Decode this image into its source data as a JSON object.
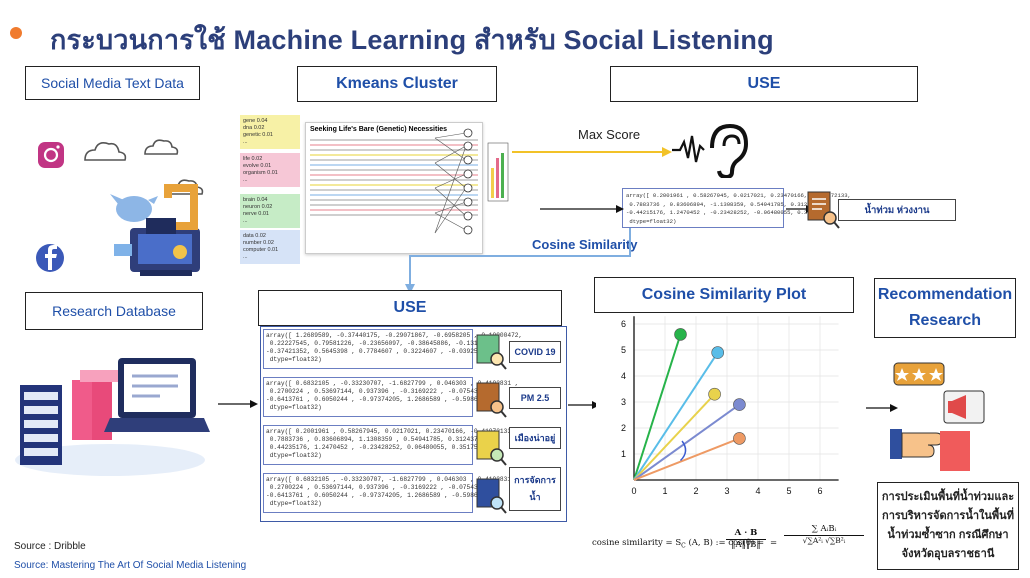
{
  "title": "กระบวนการใช้ Machine Learning สำหรับ Social Listening",
  "boxes": {
    "social_media": "Social Media Text Data",
    "kmeans": "Kmeans Cluster",
    "use_top": "USE",
    "research_db": "Research Database",
    "use_mid": "USE",
    "cosine_plot": "Cosine Similarity Plot",
    "recommendation": "Recommendation",
    "research": "Research"
  },
  "labels": {
    "max_score": "Max Score",
    "cosine_similarity": "Cosine Similarity",
    "output_tag": "น้ำท่วม ห่วงงาน"
  },
  "notes": [
    [
      "gene 0.04",
      "dna 0.02",
      "genetic 0.01",
      "..."
    ],
    [
      "life 0.02",
      "evolve 0.01",
      "organism 0.01",
      "..."
    ],
    [
      "brain 0.04",
      "neuron 0.02",
      "nerve 0.01",
      "..."
    ],
    [
      "data 0.02",
      "number 0.02",
      "computer 0.01",
      "..."
    ]
  ],
  "article": {
    "title": "Seeking Life's Bare (Genetic) Necessities"
  },
  "arrays": {
    "top": "array([ 0.2001961 , 0.58267945, 0.0217021, 0.23470166, -0.41072133,\n 0.7883736 , 0.83606894, -1.1308359, 0.54941785, 0.31243756,\n-0.44215176, 1.2470452 , -0.23428252, -0.06480055, 0.351757 ],\n dtype=float32)",
    "items": [
      "array([ 1.2689589, -0.37440175, -0.29071867, -0.6958205 , 0.10900472,\n 0.22227545, 0.79581226, -0.23656097, -0.38645886, -0.13112385,\n-0.37421352, 0.5645398 , 0.7784607 , 0.3224607 , -0.03925005],\n dtype=float32)",
      "array([ 0.6832105 , -0.33230707, -1.6827799 , 0.046303 , 0.4102831 ,\n 0.2700224 , 0.53697144, 0.937396 , -0.3169222 , -0.07543724,\n-0.6413761 , 0.6050244 , -0.97374205, 1.2686589 , -0.5986619 ],\n dtype=float32)",
      "array([ 0.2001961 , 0.58267945, 0.0217021, 0.23470166, -0.41072133,\n 0.7883736 , 0.83606894, 1.1308359 , 0.54941785, 0.31243756,\n 0.44235176, 1.2470452 , -0.23428252, 0.06480055, 0.351757 ],\n dtype=float32)",
      "array([ 0.6832105 , -0.33230707, -1.6827799 , 0.046303 , 0.4102831 ,\n 0.2700224 , 0.53697144, 0.937396 , -0.3169222 , -0.07543724,\n-0.6413761 , 0.6050244 , -0.97374205, 1.2686589 , -0.5986619 ],\n dtype=float32)"
    ],
    "tags": [
      "COVID 19",
      "PM 2.5",
      "เมืองน่าอยู่",
      "การจัดการ\nน้ำ"
    ]
  },
  "result_text": [
    "การประเมินพื้นที่น้ำท่วมและ",
    "การบริหารจัดการน้ำในพื้นที่",
    "น้ำท่วมซ้ำซาก กรณีศึกษา",
    "จังหวัดอุบลราชธานี"
  ],
  "formula": {
    "lhs": "cosine similarity = S",
    "sub": "C",
    "mid": "(A, B) := cos(θ) =",
    "num": "A · B",
    "den": "‖A‖‖B‖",
    "eq": "=",
    "sum_num": "AᵢBᵢ",
    "sum_den": "A²ᵢ",
    "sum_den2": "B²ᵢ"
  },
  "sources": {
    "dribbble": "Source : Dribble",
    "mastering": "Source: Mastering The Art Of Social Media Listening"
  },
  "chart_data": {
    "type": "scatter",
    "title": "",
    "xlim": [
      0,
      6.6
    ],
    "ylim": [
      0,
      6.3
    ],
    "xticks": [
      "0",
      "1",
      "2",
      "3",
      "4",
      "5",
      "6"
    ],
    "yticks": [
      "1",
      "2",
      "3",
      "4",
      "5",
      "6"
    ],
    "series": [
      {
        "x": 1.5,
        "y": 5.6,
        "color": "#27b34a"
      },
      {
        "x": 2.7,
        "y": 4.9,
        "color": "#59bde8"
      },
      {
        "x": 2.6,
        "y": 3.3,
        "color": "#e8d24c"
      },
      {
        "x": 3.4,
        "y": 2.9,
        "color": "#7b8ad0"
      },
      {
        "x": 3.4,
        "y": 1.6,
        "color": "#ee9a64"
      }
    ]
  }
}
